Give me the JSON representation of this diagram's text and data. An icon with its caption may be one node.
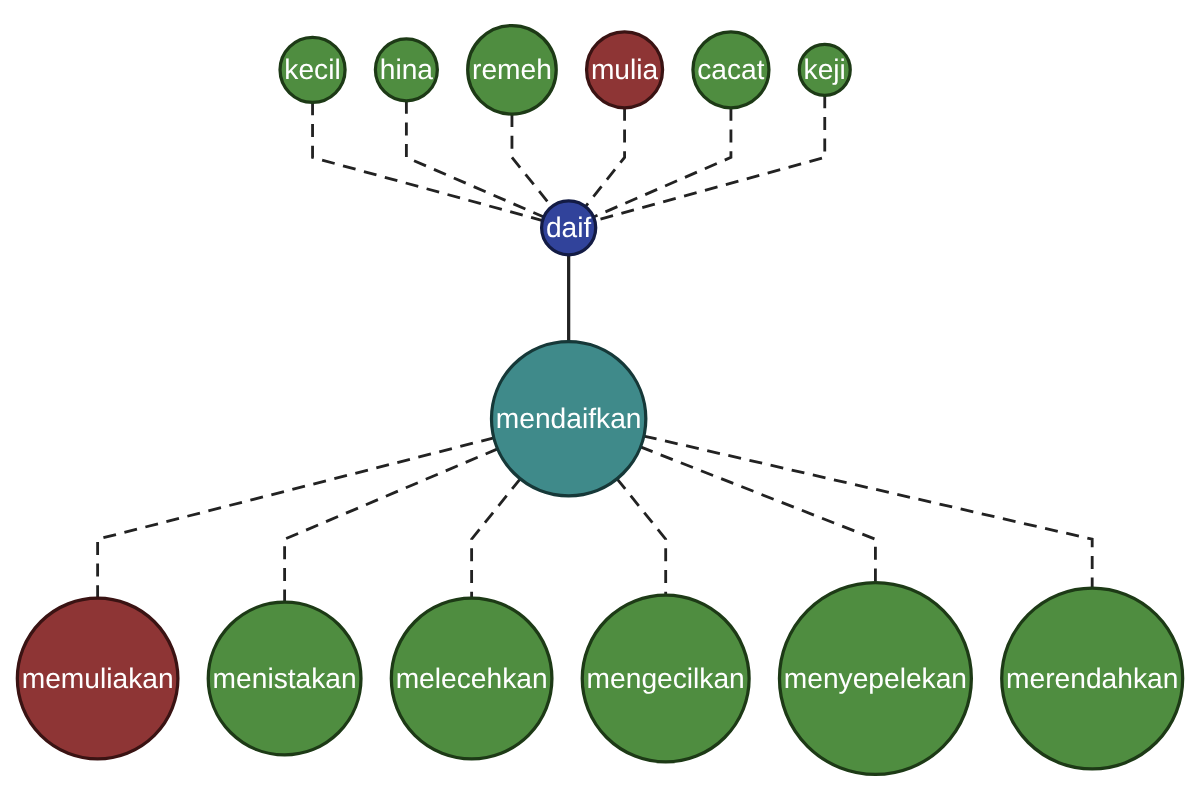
{
  "diagram": {
    "nodes": [
      {
        "text": [
          "kecil"
        ]
      },
      {
        "text": [
          "hina"
        ]
      },
      {
        "text": [
          "memuliakan"
        ]
      },
      {
        "text": [
          "remeh"
        ]
      },
      {
        "text": [
          "menistakan"
        ]
      },
      {
        "text": [
          "daif"
        ]
      },
      {
        "text": [
          "mulia"
        ]
      },
      {
        "text": [
          "melecehkan"
        ]
      },
      {
        "text": [
          "mendaifkan"
        ]
      },
      {
        "text": [
          "cacat"
        ]
      },
      {
        "text": [
          "mengecilkan"
        ]
      },
      {
        "text": [
          "keji"
        ]
      },
      {
        "text": [
          "menyepelekan"
        ]
      },
      {
        "text": [
          "merendahkan"
        ]
      }
    ],
    "edges": [
      {
        "from": 0,
        "to": 5,
        "arrow": "none",
        "style": "dashed"
      },
      {
        "from": 1,
        "to": 5,
        "arrow": "none",
        "style": "dashed"
      },
      {
        "from": 3,
        "to": 5,
        "arrow": "none",
        "style": "dashed"
      },
      {
        "from": 6,
        "to": 5,
        "arrow": "none",
        "style": "dashed"
      },
      {
        "from": 9,
        "to": 5,
        "arrow": "none",
        "style": "dashed"
      },
      {
        "from": 11,
        "to": 5,
        "arrow": "none",
        "style": "dashed"
      },
      {
        "from": 5,
        "to": 8,
        "arrow": "none"
      },
      {
        "from": 8,
        "to": 2,
        "arrow": "none",
        "style": "dashed"
      },
      {
        "from": 8,
        "to": 4,
        "arrow": "none",
        "style": "dashed"
      },
      {
        "from": 8,
        "to": 7,
        "arrow": "none",
        "style": "dashed"
      },
      {
        "from": 8,
        "to": 10,
        "arrow": "none",
        "style": "dashed"
      },
      {
        "from": 8,
        "to": 12,
        "arrow": "none",
        "style": "dashed"
      },
      {
        "from": 8,
        "to": 13,
        "arrow": "none",
        "style": "dashed"
      }
    ]
  }
}
